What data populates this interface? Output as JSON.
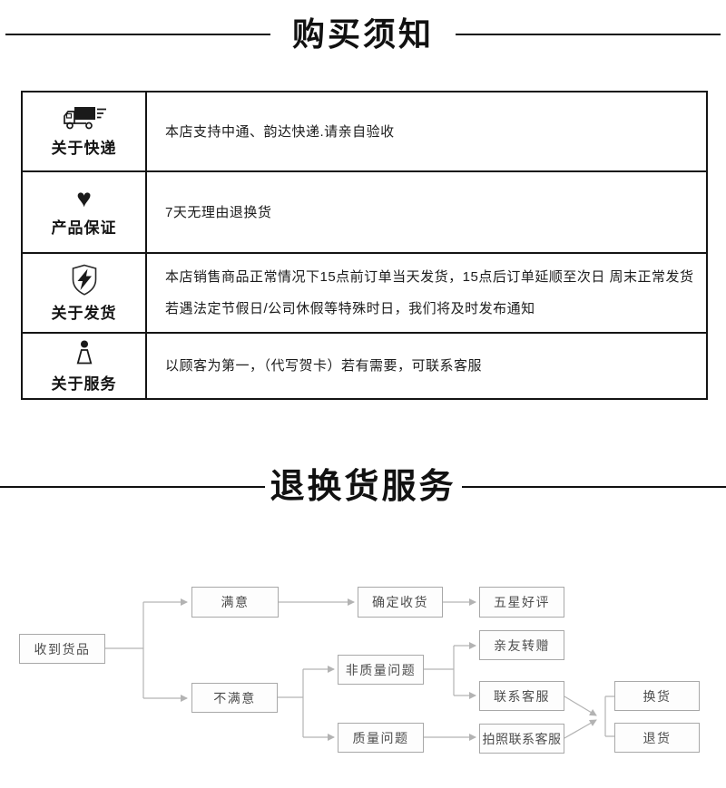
{
  "colors": {
    "table_border": "#141414",
    "title_text": "#111111",
    "flow_box_border": "#a8a8a8",
    "flow_box_fill": "#fdfdfd",
    "flow_text": "#4d4d4d",
    "flow_connector": "#b3b3b3",
    "icon_color": "#1a1a1a"
  },
  "purchase_notice": {
    "title": "购买须知",
    "rows": [
      {
        "icon": "truck-icon",
        "label": "关于快递",
        "line1": "本店支持中通、韵达快递.请亲自验收"
      },
      {
        "icon": "heart-icon",
        "label": "产品保证",
        "line1": "7天无理由退换货"
      },
      {
        "icon": "lightning-shield-icon",
        "label": "关于发货",
        "line1": "本店销售商品正常情况下15点前订单当天发货，15点后订单延顺至次日 周末正常发货",
        "line2": "若遇法定节假日/公司休假等特殊时日，我们将及时发布通知"
      },
      {
        "icon": "person-icon",
        "label": "关于服务",
        "line1": "以顾客为第一，（代写贺卡）若有需要，可联系客服"
      }
    ]
  },
  "return_service": {
    "title": "退换货服务",
    "flow": {
      "receive": "收到货品",
      "satisfied": "满意",
      "unsatisfied": "不满意",
      "confirm": "确定收货",
      "five_star": "五星好评",
      "non_quality": "非质量问题",
      "quality": "质量问题",
      "gift": "亲友转赠",
      "contact": "联系客服",
      "photo_contact": "拍照联系客服",
      "exchange": "换货",
      "refund": "退货"
    }
  }
}
